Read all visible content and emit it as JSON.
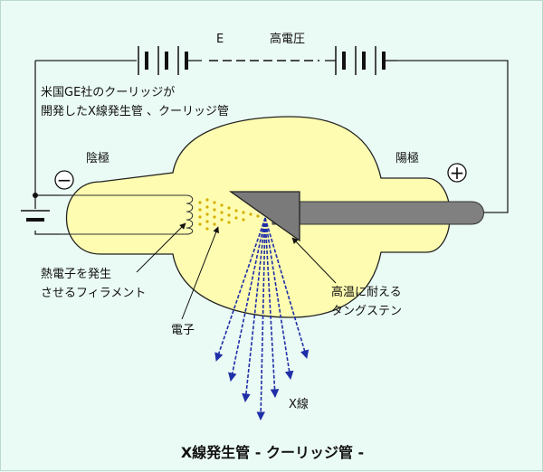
{
  "labels": {
    "battery_e": "E",
    "high_voltage": "高電圧",
    "ge_tube_line1": "米国GE社のクーリッジが",
    "ge_tube_line2": "開発したX線発生管 、クーリッジ管",
    "cathode": "陰極",
    "anode": "陽極",
    "minus_sign": "−",
    "plus_sign": "+",
    "filament_line1": "熱電子を発生",
    "filament_line2": "させるフィラメント",
    "electron": "電子",
    "tungsten_line1": "高温に耐える",
    "tungsten_line2": "タングステン",
    "xray": "X線",
    "title": "X線発生管 - クーリッジ管 -"
  },
  "colors": {
    "background": "#eafaf4",
    "tube_fill": "#fdfcb0",
    "anode_fill": "#808080",
    "xray_lines": "#1f2fa8",
    "wire": "#222222"
  }
}
